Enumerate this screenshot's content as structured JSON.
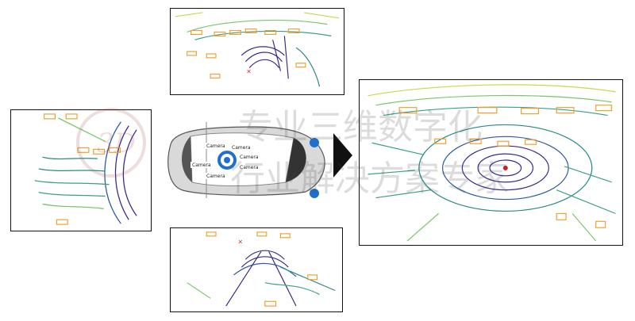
{
  "sensor_label": "Camera",
  "camera_labels": [
    "Camera",
    "Camera",
    "Camera",
    "Camera",
    "Camera",
    "Camera"
  ],
  "watermark": {
    "line1": "专业三维数字化",
    "line2": "行业解决方案专家",
    "logo_text": "3D"
  },
  "colors": {
    "point_near": "#3b2a8a",
    "point_mid": "#2a8a8a",
    "point_far": "#7ac76a",
    "point_farthest": "#c8d84a",
    "box": "#f0a030",
    "ego_marker": "#1f6fd0",
    "frame": "#111111"
  }
}
